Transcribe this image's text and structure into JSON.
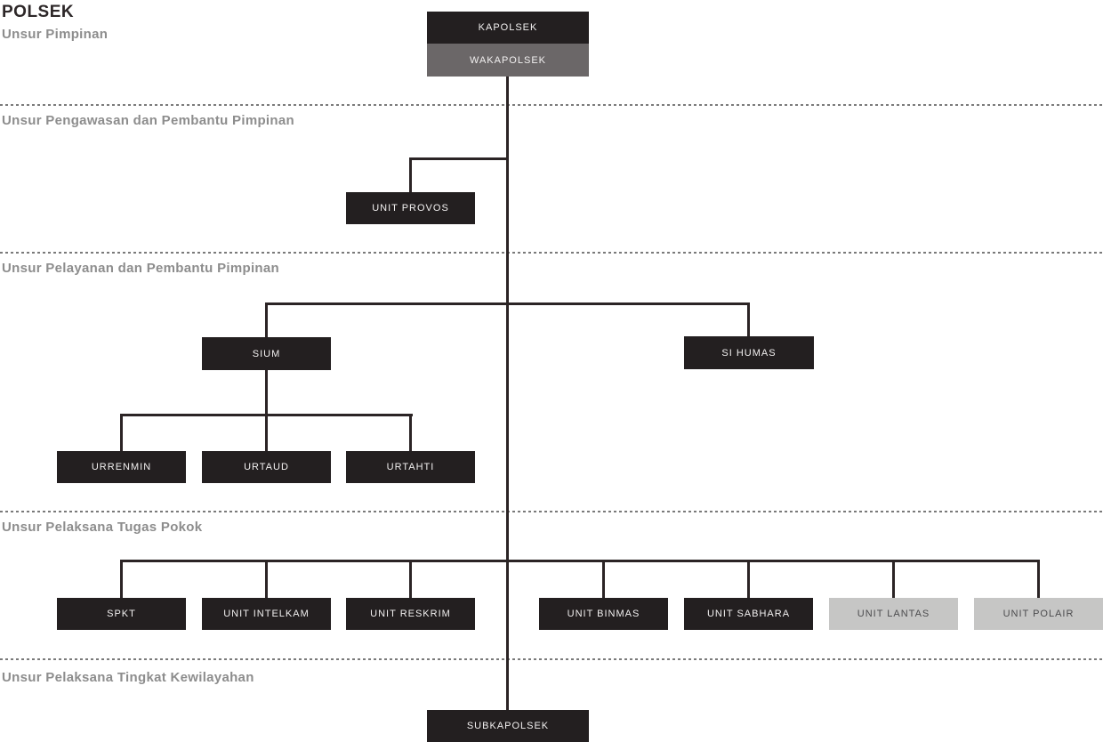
{
  "title": "POLSEK",
  "section_labels": {
    "pimpinan": "Unsur Pimpinan",
    "pengawasan": "Unsur Pengawasan dan Pembantu Pimpinan",
    "pelayanan": "Unsur Pelayanan dan Pembantu Pimpinan",
    "pelaksana_pokok": "Unsur Pelaksana Tugas Pokok",
    "kewilayahan": "Unsur Pelaksana Tingkat Kewilayahan"
  },
  "nodes": {
    "kapolsek": "KAPOLSEK",
    "wakapolsek": "WAKAPOLSEK",
    "unit_provos": "UNIT PROVOS",
    "sium": "SIUM",
    "si_humas": "SI HUMAS",
    "urrenmin": "URRENMIN",
    "urtaud": "URTAUD",
    "urtahti": "URTAHTI",
    "spkt": "SPKT",
    "unit_intelkam": "UNIT INTELKAM",
    "unit_reskrim": "UNIT RESKRIM",
    "unit_binmas": "UNIT BINMAS",
    "unit_sabhara": "UNIT SABHARA",
    "unit_lantas": "UNIT LANTAS",
    "unit_polair": "UNIT POLAIR",
    "subkapolsek": "SUBKAPOLSEK"
  },
  "colors": {
    "background": "#ffffff",
    "dark_box": "#231f20",
    "gray_box": "#6b6768",
    "light_box": "#c6c6c5",
    "dark_box_text": "#f2f0f0",
    "light_box_text": "#4c4c4e",
    "connector_line": "#2b2425",
    "separator_dash": "#7a7a7a",
    "section_label_text": "#8d8d8d",
    "title_text": "#2d2728"
  }
}
